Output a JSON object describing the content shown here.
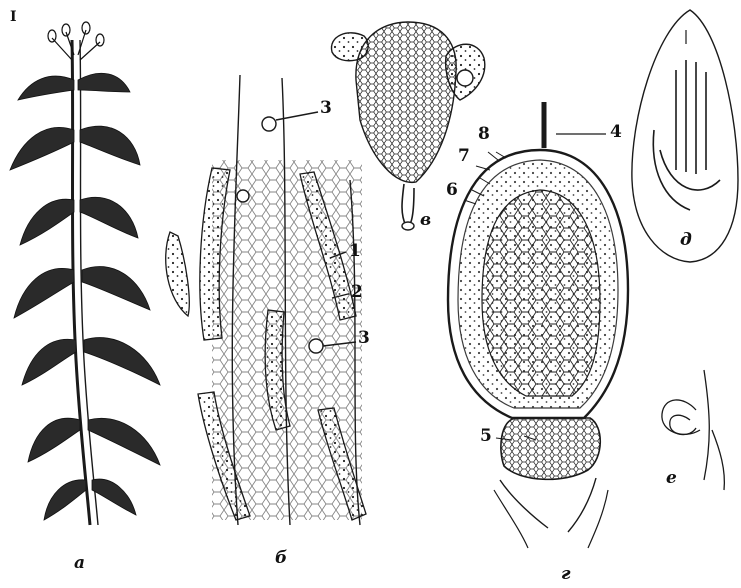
{
  "figure": {
    "corner_mark": "I",
    "panels": {
      "a": "а",
      "b": "б",
      "v": "в",
      "g": "г",
      "d": "д",
      "e": "е"
    },
    "callouts": {
      "n1": "1",
      "n2": "2",
      "n3_top": "3",
      "n3_mid": "3",
      "n4": "4",
      "n5": "5",
      "n6": "6",
      "n7": "7",
      "n8": "8"
    },
    "ink_color": "#1a1a1a",
    "paper_color": "#ffffff"
  }
}
